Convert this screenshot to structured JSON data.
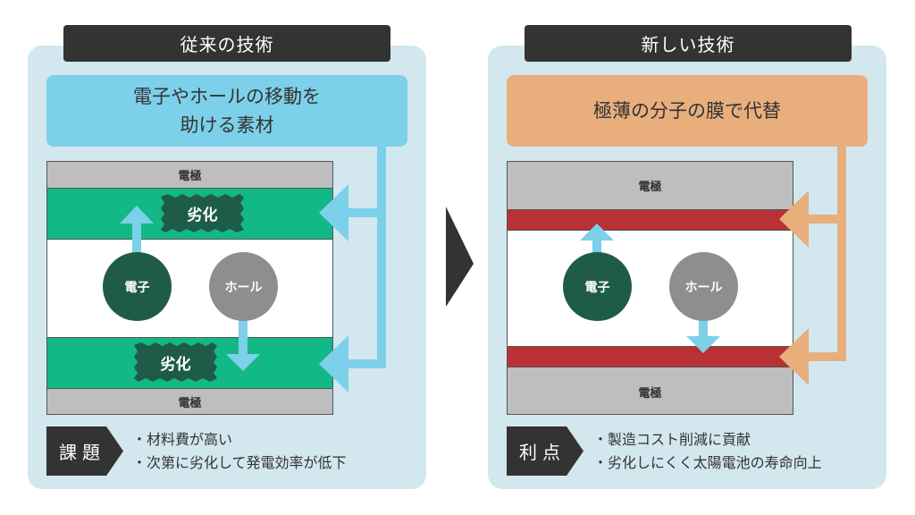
{
  "colors": {
    "panel_bg": "#d3e7ef",
    "title_bg": "#333333",
    "old_accent": "#7dd0e9",
    "new_accent": "#e8ae7c",
    "electrode": "#bebebe",
    "transport_layer": "#12b886",
    "thin_film": "#b93134",
    "electron": "#1e5c48",
    "hole": "#8e8e8e",
    "degradation_badge": "#1e5c48",
    "carrier_arrow": "#7dd0e9"
  },
  "conventional": {
    "title": "従来の技術",
    "heading_line1": "電子やホールの移動を",
    "heading_line2": "助ける素材",
    "electrode_top": "電極",
    "electrode_bottom": "電極",
    "degradation_top": "劣化",
    "degradation_bottom": "劣化",
    "electron_label": "電子",
    "hole_label": "ホール",
    "badge": "課題",
    "points": [
      "・材料費が高い",
      "・次第に劣化して発電効率が低下"
    ]
  },
  "transition_icon": "chevron-right-icon",
  "new_tech": {
    "title": "新しい技術",
    "heading": "極薄の分子の膜で代替",
    "electrode_top": "電極",
    "electrode_bottom": "電極",
    "electron_label": "電子",
    "hole_label": "ホール",
    "badge": "利点",
    "points": [
      "・製造コスト削減に貢献",
      "・劣化しにくく太陽電池の寿命向上"
    ]
  }
}
